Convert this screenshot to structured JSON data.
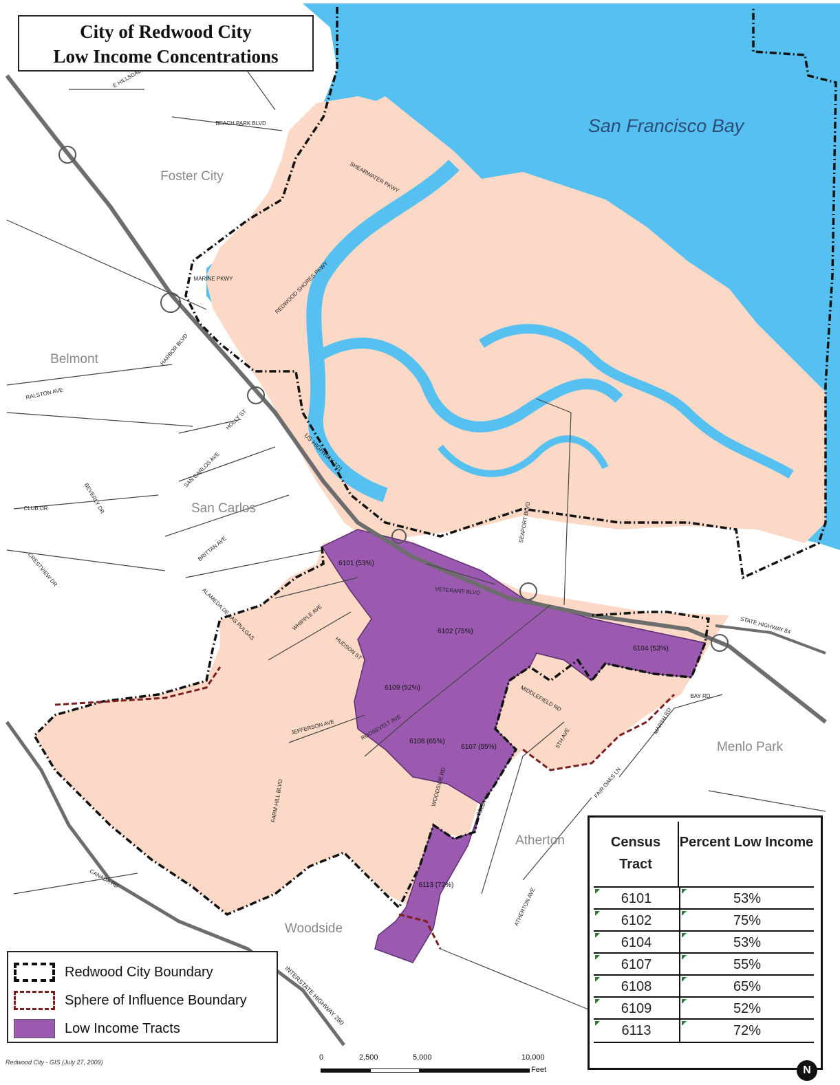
{
  "title": {
    "line1": "City of Redwood City",
    "line2": "Low Income Concentrations"
  },
  "map": {
    "water_label": "San Francisco Bay",
    "places": [
      "Foster City",
      "Belmont",
      "San Carlos",
      "Menlo Park",
      "Atherton",
      "Woodside"
    ],
    "roads": [
      "BEACH PARK BLVD",
      "E HILLSDALE",
      "SHEARWATER PKWY",
      "MARINE PKWY",
      "REDWOOD SHORES PKWY",
      "HARBOR BLVD",
      "RALSTON AVE",
      "HOLLY ST",
      "US HIGHWAY 101",
      "SAN CARLOS AVE",
      "CLUB DR",
      "BEVERLY DR",
      "BRITTAN AVE",
      "CRESTVIEW DR",
      "ALAMEDA DE LAS PULGAS",
      "WHIPPLE AVE",
      "HUDSON ST",
      "VETERANS BLVD",
      "SEAPORT BLVD",
      "STATE HIGHWAY 84",
      "BAY RD",
      "MIDDLEFIELD RD",
      "JEFFERSON AVE",
      "ROOSEVELT AVE",
      "FARM HILL BLVD",
      "5TH AVE",
      "MARSH RD",
      "FAIR OAKS LN",
      "SELBY LN",
      "WOODSIDE RD",
      "ATHERTON AVE",
      "CANADA RD",
      "INTERSTATE HIGHWAY 280"
    ],
    "tract_labels": [
      "6101 (53%)",
      "6102 (75%)",
      "6104 (53%)",
      "6109 (52%)",
      "6108 (65%)",
      "6107 (55%)",
      "6113 (72%)"
    ],
    "colors": {
      "water": "#56c1f0",
      "city": "#fbd9c6",
      "low_income": "#9b59b0",
      "boundary": "#111111",
      "sphere": "#7a1e1e",
      "roads": "#6d6d6d"
    }
  },
  "legend": {
    "items": [
      {
        "label": "Redwood City Boundary",
        "icon": "dashed-black-box"
      },
      {
        "label": "Sphere of Influence Boundary",
        "icon": "dashed-red-box"
      },
      {
        "label": "Low Income Tracts",
        "icon": "purple-fill"
      }
    ]
  },
  "table": {
    "header_tract": "Census Tract",
    "header_percent": "Percent Low Income",
    "rows": [
      {
        "tract": "6101",
        "percent": "53%"
      },
      {
        "tract": "6102",
        "percent": "75%"
      },
      {
        "tract": "6104",
        "percent": "53%"
      },
      {
        "tract": "6107",
        "percent": "55%"
      },
      {
        "tract": "6108",
        "percent": "65%"
      },
      {
        "tract": "6109",
        "percent": "52%"
      },
      {
        "tract": "6113",
        "percent": "72%"
      }
    ]
  },
  "footer": {
    "credit": "Redwood City - GIS (July 27, 2009)",
    "scale_labels": [
      "0",
      "2,500",
      "5,000",
      "10,000"
    ],
    "scale_unit": "Feet"
  }
}
